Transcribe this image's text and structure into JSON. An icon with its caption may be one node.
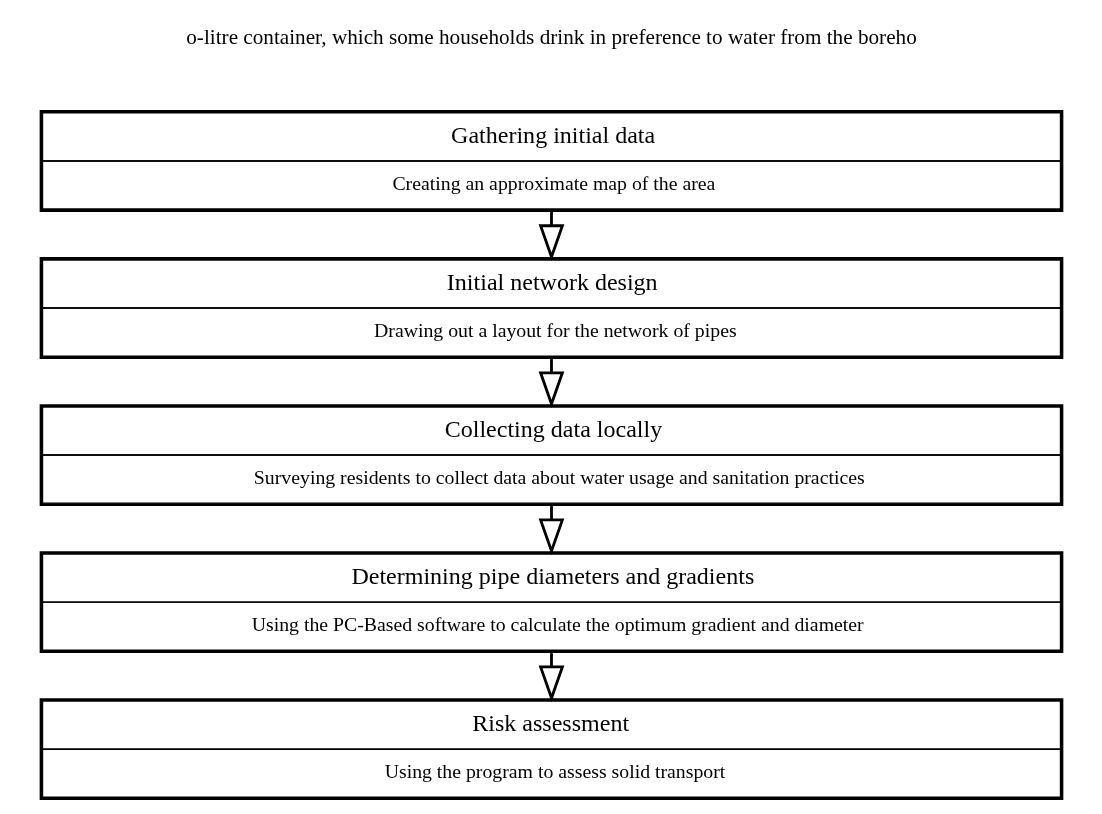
{
  "diagram": {
    "nodes": [
      {
        "text": [
          "Gathering initial data",
          "Creating an approximate map of the area"
        ]
      },
      {
        "text": [
          "Initial network design",
          "Drawing out a layout for the network of pipes"
        ]
      },
      {
        "text": [
          "Collecting data locally",
          "Surveying residents to collect data about water usage and sanitation practices"
        ]
      },
      {
        "text": [
          "Determining pipe diameters and gradients",
          "Using the PC-Based software to calculate the optimum gradient and diameter"
        ]
      },
      {
        "text": [
          "Risk assessment",
          "Using the program to assess solid transport"
        ]
      }
    ],
    "edges": [
      {
        "from": 0,
        "to": 1,
        "arrow": "to"
      },
      {
        "from": 1,
        "to": 2,
        "arrow": "to"
      },
      {
        "from": 2,
        "to": 3,
        "arrow": "to"
      },
      {
        "from": 3,
        "to": 4,
        "arrow": "to"
      }
    ],
    "labels": [
      "o-litre container, which some households drink in preference to water from the boreho"
    ]
  }
}
